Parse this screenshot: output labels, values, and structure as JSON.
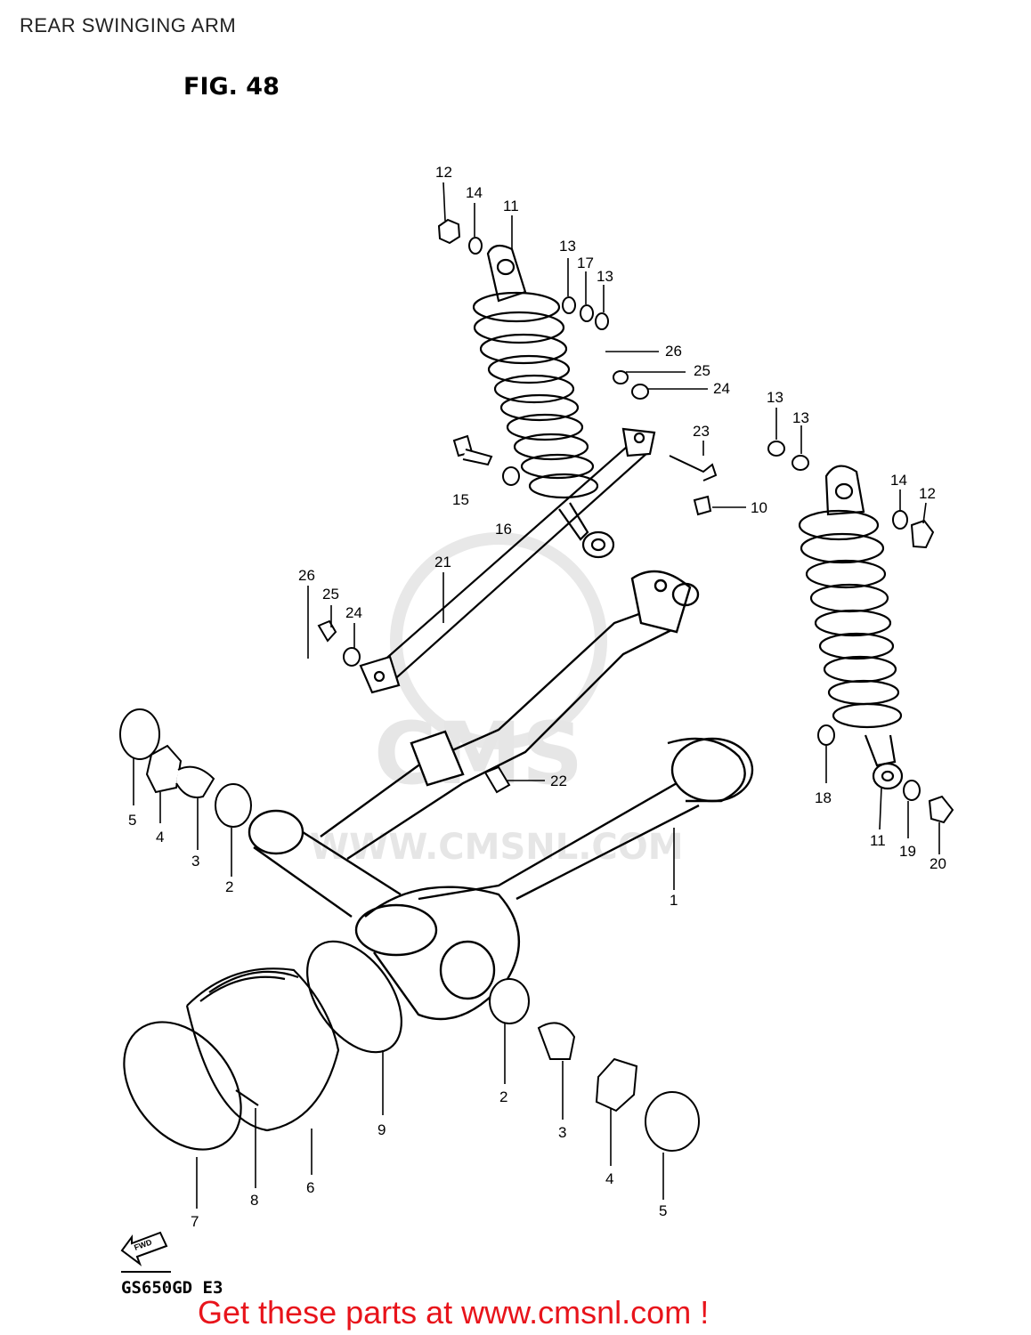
{
  "header": {
    "title": "REAR SWINGING ARM"
  },
  "figure": {
    "label": "FIG. 48"
  },
  "watermark": {
    "logo_text": "CMS",
    "site": "WWW.CMSNL.COM"
  },
  "model_code": "GS650GD E3",
  "fwd_arrow": "FWD",
  "cta_text": "Get these parts at www.cmsnl.com !",
  "colors": {
    "cta": "#e8141b",
    "ink": "#000000",
    "watermark": "#e6e6e6"
  },
  "callouts": [
    {
      "id": "c12a",
      "text": "12"
    },
    {
      "id": "c14a",
      "text": "14"
    },
    {
      "id": "c11a",
      "text": "11"
    },
    {
      "id": "c13a",
      "text": "13"
    },
    {
      "id": "c17",
      "text": "17"
    },
    {
      "id": "c13b",
      "text": "13"
    },
    {
      "id": "c26a",
      "text": "26"
    },
    {
      "id": "c25a",
      "text": "25"
    },
    {
      "id": "c24a",
      "text": "24"
    },
    {
      "id": "c13c",
      "text": "13"
    },
    {
      "id": "c13d",
      "text": "13"
    },
    {
      "id": "c23",
      "text": "23"
    },
    {
      "id": "c15",
      "text": "15"
    },
    {
      "id": "c16",
      "text": "16"
    },
    {
      "id": "c10",
      "text": "10"
    },
    {
      "id": "c14b",
      "text": "14"
    },
    {
      "id": "c12b",
      "text": "12"
    },
    {
      "id": "c21",
      "text": "21"
    },
    {
      "id": "c26b",
      "text": "26"
    },
    {
      "id": "c25b",
      "text": "25"
    },
    {
      "id": "c24b",
      "text": "24"
    },
    {
      "id": "c22",
      "text": "22"
    },
    {
      "id": "c18",
      "text": "18"
    },
    {
      "id": "c11b",
      "text": "11"
    },
    {
      "id": "c19",
      "text": "19"
    },
    {
      "id": "c20",
      "text": "20"
    },
    {
      "id": "c5a",
      "text": "5"
    },
    {
      "id": "c4a",
      "text": "4"
    },
    {
      "id": "c3a",
      "text": "3"
    },
    {
      "id": "c2a",
      "text": "2"
    },
    {
      "id": "c1",
      "text": "1"
    },
    {
      "id": "c9",
      "text": "9"
    },
    {
      "id": "c2b",
      "text": "2"
    },
    {
      "id": "c3b",
      "text": "3"
    },
    {
      "id": "c4b",
      "text": "4"
    },
    {
      "id": "c5b",
      "text": "5"
    },
    {
      "id": "c6",
      "text": "6"
    },
    {
      "id": "c7",
      "text": "7"
    },
    {
      "id": "c8",
      "text": "8"
    }
  ]
}
